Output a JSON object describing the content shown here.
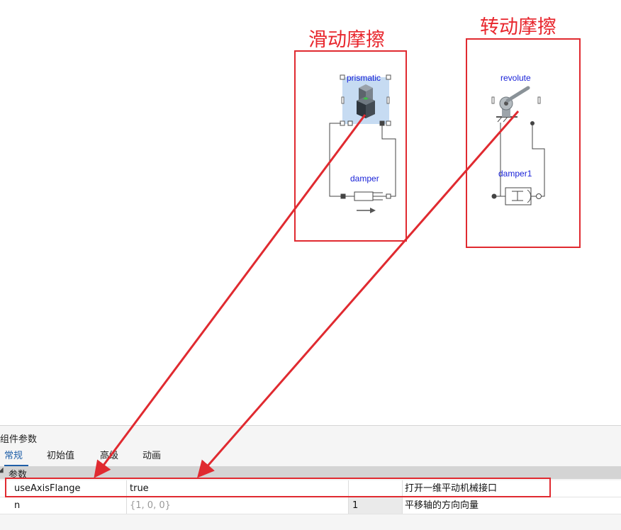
{
  "annotations": {
    "sliding_title": "滑动摩擦",
    "rotating_title": "转动摩擦"
  },
  "diagram": {
    "prismatic_label": "prismatic",
    "damper_label": "damper",
    "revolute_label": "revolute",
    "damper1_label": "damper1",
    "selection_color": "#c6dbf2",
    "annotation_color": "#e02a30",
    "label_color": "#1a23d8"
  },
  "panel": {
    "title": "组件参数",
    "tabs": [
      {
        "label": "常规",
        "active": true
      },
      {
        "label": "初始值"
      },
      {
        "label": "高级"
      },
      {
        "label": "动画"
      }
    ],
    "group": "参数",
    "rows": [
      {
        "name": "useAxisFlange",
        "value": "true",
        "unit": "",
        "description": "打开一维平动机械接口"
      },
      {
        "name": "n",
        "value": "{1, 0, 0}",
        "unit": "1",
        "description": "平移轴的方向向量"
      }
    ]
  }
}
